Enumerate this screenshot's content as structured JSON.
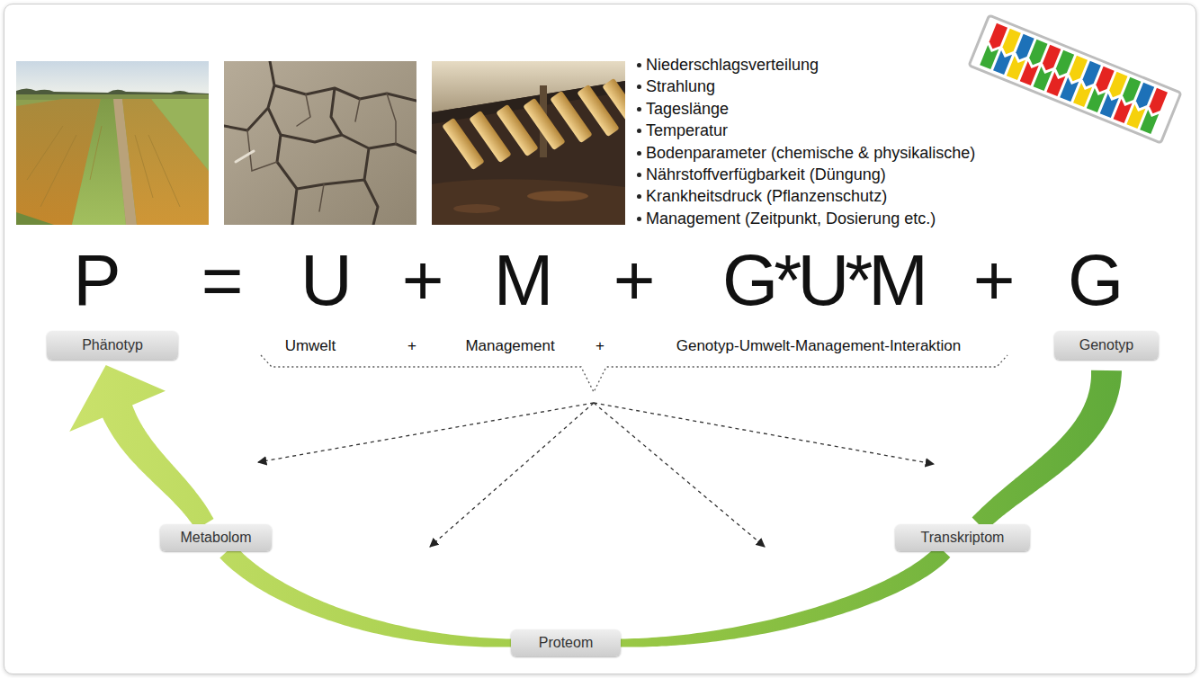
{
  "diagram": {
    "nodes": [
      {
        "text": [
          "Phänotyp"
        ]
      },
      {
        "text": [
          "Genotyp"
        ]
      },
      {
        "text": [
          "Metabolom"
        ]
      },
      {
        "text": [
          "Transkriptom"
        ]
      },
      {
        "text": [
          "Proteom"
        ]
      }
    ],
    "edges": [
      {
        "from": 1,
        "to": 3,
        "arrow": "none"
      },
      {
        "from": 3,
        "to": 4,
        "arrow": "none"
      },
      {
        "from": 4,
        "to": 2,
        "arrow": "none"
      },
      {
        "from": 2,
        "to": 0,
        "arrow": "to"
      }
    ],
    "labels": [
      "Niederschlagsverteilung",
      "Strahlung",
      "Tageslänge",
      "Temperatur",
      "Bodenparameter (chemische & physikalische)",
      "Nährstoffverfügbarkeit (Düngung)",
      "Krankheitsdruck (Pflanzenschutz)",
      "Management (Zeitpunkt, Dosierung etc.)",
      "P",
      "=",
      "U",
      "+",
      "M",
      "+",
      "G*U*M",
      "+",
      "G",
      "Umwelt",
      "+",
      "Management",
      "+",
      "Genotyp-Umwelt-Management-Interaktion"
    ]
  }
}
